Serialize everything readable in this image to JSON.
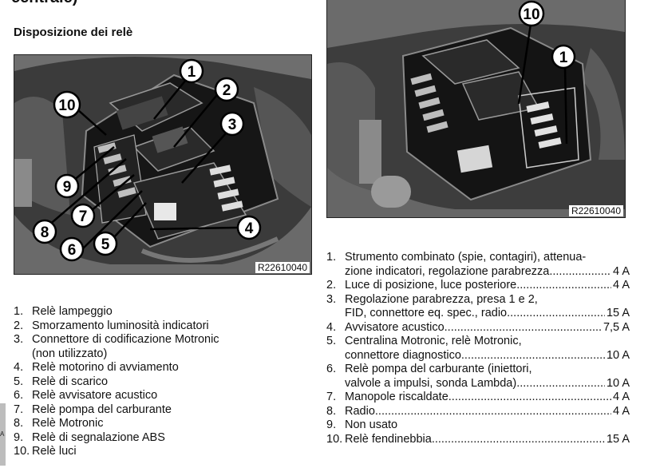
{
  "header": {
    "cut_title": "centrale)",
    "section_title": "Disposizione dei relè"
  },
  "figure_left": {
    "ref": "R22610040",
    "callouts": [
      "1",
      "2",
      "3",
      "4",
      "5",
      "6",
      "7",
      "8",
      "9",
      "10"
    ]
  },
  "figure_right": {
    "ref": "R22610040",
    "callouts": [
      "10",
      "1"
    ]
  },
  "legend_left": [
    {
      "num": "1.",
      "lines": [
        "Relè lampeggio"
      ]
    },
    {
      "num": "2.",
      "lines": [
        "Smorzamento luminosità indicatori"
      ]
    },
    {
      "num": "3.",
      "lines": [
        "Connettore di codificazione Motronic",
        "(non utilizzato)"
      ]
    },
    {
      "num": "4.",
      "lines": [
        "Relè motorino di avviamento"
      ]
    },
    {
      "num": "5.",
      "lines": [
        "Relè di scarico"
      ]
    },
    {
      "num": "6.",
      "lines": [
        "Relè avvisatore acustico"
      ]
    },
    {
      "num": "7.",
      "lines": [
        "Relè pompa del carburante"
      ]
    },
    {
      "num": "8.",
      "lines": [
        "Relè Motronic"
      ]
    },
    {
      "num": "9.",
      "lines": [
        "Relè di segnalazione ABS"
      ]
    },
    {
      "num": "10.",
      "lines": [
        "Relè luci"
      ]
    }
  ],
  "legend_right": [
    {
      "num": "1.",
      "first": "Strumento combinato (spie, contagiri), attenua-",
      "last": "zione indicatori, regolazione parabrezza",
      "value": "4 A"
    },
    {
      "num": "2.",
      "first": "",
      "last": "Luce di posizione, luce posteriore",
      "value": "4 A"
    },
    {
      "num": "3.",
      "first": "Regolazione parabrezza, presa 1 e 2,",
      "last": "FID, connettore eq. spec., radio",
      "value": "15 A"
    },
    {
      "num": "4.",
      "first": "",
      "last": "Avvisatore acustico",
      "value": "7,5 A"
    },
    {
      "num": "5.",
      "first": "Centralina Motronic, relè Motronic,",
      "last": "connettore diagnostico",
      "value": "10 A"
    },
    {
      "num": "6.",
      "first": "Relè pompa del carburante (iniettori,",
      "last": "valvole a impulsi, sonda Lambda)",
      "value": "10 A"
    },
    {
      "num": "7.",
      "first": "",
      "last": "Manopole riscaldate",
      "value": "4 A"
    },
    {
      "num": "8.",
      "first": "",
      "last": "Radio",
      "value": "4 A"
    },
    {
      "num": "9.",
      "first": "",
      "last": "Non usato",
      "value": ""
    },
    {
      "num": "10.",
      "first": "",
      "last": "Relè fendinebbia",
      "value": "15 A"
    }
  ],
  "margin_tab": "A"
}
